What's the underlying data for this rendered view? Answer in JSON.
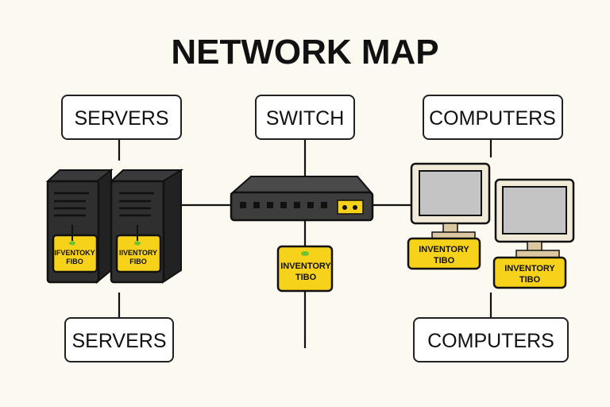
{
  "title": "NETWORK MAP",
  "labels": {
    "servers_top": "SERVERS",
    "switch": "SWITCH",
    "computers_top": "COMPUTERS",
    "servers_bottom": "SERVERS",
    "computers_bottom": "COMPUTERS"
  },
  "tags": {
    "server1": [
      "IFVENTOKY",
      "FIBO"
    ],
    "server2": [
      "IIVENTORY",
      "FIBO"
    ],
    "switch": [
      "INVENTORY",
      "TIBO"
    ],
    "computer1": [
      "INVENTORY",
      "TIBO"
    ],
    "computer2": [
      "INVENTORY",
      "TIBO"
    ]
  },
  "colors": {
    "background": "#fcf9f1",
    "tag": "#f7d21a",
    "device_dark": "#2e2e2e",
    "monitor_frame": "#f1ead8",
    "screen": "#c4c4c4"
  }
}
